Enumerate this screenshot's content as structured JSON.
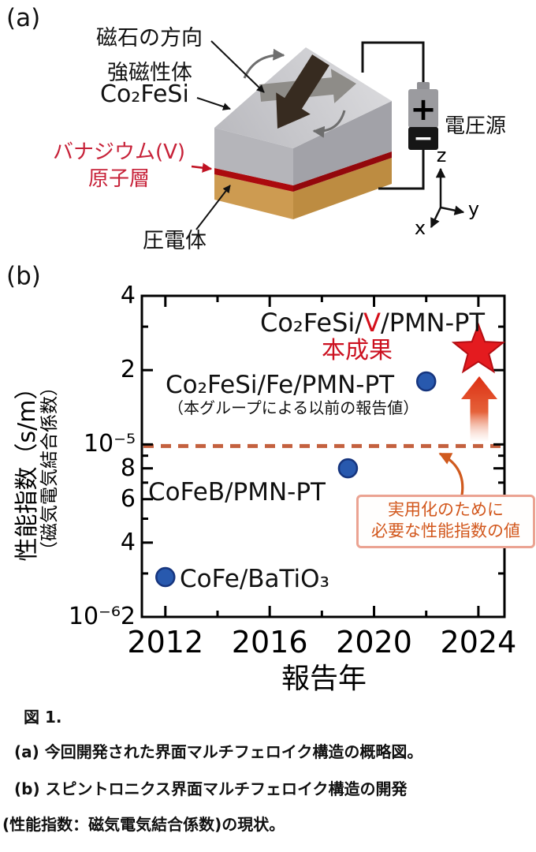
{
  "panel_a": {
    "tag": "(a)",
    "labels": {
      "magnet_direction": "磁石の方向",
      "ferromagnet": "強磁性体",
      "ferromagnet_formula": "Co₂FeSi",
      "vanadium_line1": "バナジウム(V)",
      "vanadium_line2": "原子層",
      "piezoelectric": "圧電体",
      "voltage_source": "電圧源",
      "battery_plus": "+",
      "battery_minus": "−",
      "axis_z": "z",
      "axis_y": "y",
      "axis_x": "x"
    },
    "colors": {
      "ferromagnet_layer": "#b5b5ba",
      "vanadium_layer": "#ab0a0e",
      "piezo_layer": "#cd9b51",
      "big_arrow": "#372b20",
      "gray_arrow": "#8e8c88"
    }
  },
  "panel_b": {
    "tag": "(b)"
  },
  "chart_data": {
    "type": "scatter",
    "xlabel": "報告年",
    "ylabel": "性能指数（s/m）",
    "ylabel2": "（磁気電気結合係数）",
    "yscale": "log",
    "xlim": [
      2011.1,
      2025.0
    ],
    "ylim": [
      2e-06,
      4e-05
    ],
    "x_ticks": [
      {
        "value": 2012,
        "label": "2012",
        "major": true
      },
      {
        "value": 2014,
        "label": "",
        "major": false
      },
      {
        "value": 2016,
        "label": "2016",
        "major": true
      },
      {
        "value": 2018,
        "label": "",
        "major": false
      },
      {
        "value": 2020,
        "label": "2020",
        "major": true
      },
      {
        "value": 2022,
        "label": "",
        "major": false
      },
      {
        "value": 2024,
        "label": "2024",
        "major": true
      }
    ],
    "y_ticks": [
      {
        "value": 4e-05,
        "label": "4",
        "major": true
      },
      {
        "value": 3e-05,
        "label": "",
        "major": false
      },
      {
        "value": 2e-05,
        "label": "2",
        "major": true
      },
      {
        "value": 1e-05,
        "label": "10⁻⁵",
        "major": true
      },
      {
        "value": 9e-06,
        "label": "",
        "major": false
      },
      {
        "value": 8e-06,
        "label": "8",
        "major": true
      },
      {
        "value": 7e-06,
        "label": "",
        "major": false
      },
      {
        "value": 6e-06,
        "label": "6",
        "major": true
      },
      {
        "value": 5e-06,
        "label": "",
        "major": false
      },
      {
        "value": 4e-06,
        "label": "4",
        "major": true
      },
      {
        "value": 3e-06,
        "label": "",
        "major": false
      },
      {
        "value": 2e-06,
        "label": "10⁻⁶2",
        "major": true
      }
    ],
    "points": [
      {
        "label": "CoFe/BaTiO₃",
        "x": 2012,
        "y": 2.9e-06,
        "marker": "circle",
        "color": "#2859ae",
        "edge": "#16357e"
      },
      {
        "label": "CoFeB/PMN-PT",
        "x": 2019,
        "y": 8e-06,
        "marker": "circle",
        "color": "#2859ae",
        "edge": "#16357e"
      },
      {
        "label": "Co₂FeSi/Fe/PMN-PT",
        "sublabel": "（本グループによる以前の報告値）",
        "x": 2022,
        "y": 1.8e-05,
        "marker": "circle",
        "color": "#2859ae",
        "edge": "#16357e"
      },
      {
        "label": "Co₂FeSi/V/PMN-PT",
        "label_prefix": "Co₂FeSi/",
        "label_v": "V",
        "label_suffix": "/PMN-PT",
        "sublabel": "本成果",
        "x": 2024,
        "y": 2.4e-05,
        "marker": "star",
        "color": "#e41b1f",
        "edge": "#b50d12"
      }
    ],
    "threshold": {
      "y": 1e-05,
      "color": "#c4613f",
      "label_line1": "実用化のために",
      "label_line2": "必要な性能指数の値"
    }
  },
  "caption": {
    "fig": "図 1.",
    "line_a": "(a) 今回開発された界面マルチフェロイク構造の概略図。",
    "line_b": "(b) スピントロニクス界面マルチフェロイク構造の開発",
    "line_c": "(性能指数：磁気電気結合係数)の現状。"
  }
}
